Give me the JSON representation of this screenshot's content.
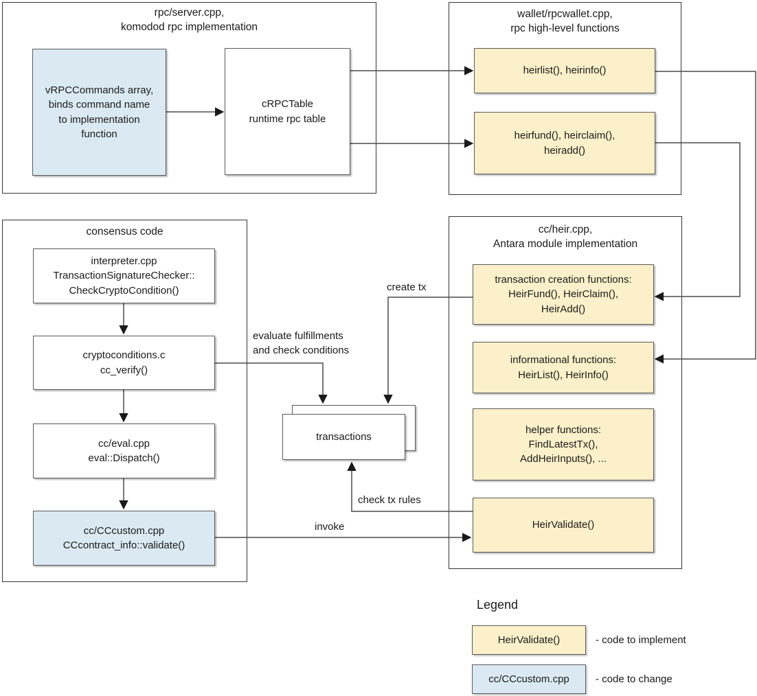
{
  "colors": {
    "implement_fill": "#fbf0c9",
    "change_fill": "#dbeaf2",
    "plain_fill": "#ffffff"
  },
  "groups": {
    "rpc_server": {
      "title": "rpc/server.cpp,\nkomodod rpc implementation"
    },
    "wallet": {
      "title": "wallet/rpcwallet.cpp,\nrpc high-level functions"
    },
    "consensus": {
      "title": "consensus code"
    },
    "heir": {
      "title": "cc/heir.cpp,\nAntara module implementation"
    }
  },
  "nodes": {
    "vrpccommands": {
      "text": "vRPCCommands array,\nbinds command name\nto implementation\nfunction"
    },
    "crpctable": {
      "text": "cRPCTable\nruntime rpc table"
    },
    "heirlist_rpc": {
      "text": "heirlist(), heirinfo()"
    },
    "heirfund_rpc": {
      "text": "heirfund(), heirclaim(),\nheiradd()"
    },
    "interpreter": {
      "text": "interpreter.cpp\nTransactionSignatureChecker::\nCheckCryptoCondition()"
    },
    "cryptoconditions": {
      "text": "cryptoconditions.c\ncc_verify()"
    },
    "cceval": {
      "text": "cc/eval.cpp\neval::Dispatch()"
    },
    "cccustom": {
      "text": "cc/CCcustom.cpp\nCCcontract_info::validate()"
    },
    "tx_creation": {
      "text": "transaction creation functions:\nHeirFund(), HeirClaim(),\nHeirAdd()"
    },
    "informational": {
      "text": "informational functions:\nHeirList(), HeirInfo()"
    },
    "helper": {
      "text": "helper functions:\nFindLatestTx(),\nAddHeirInputs(), ..."
    },
    "heirvalidate": {
      "text": "HeirValidate()"
    },
    "transactions": {
      "text": "transactions"
    }
  },
  "edge_labels": {
    "create_tx": "create tx",
    "evaluate": "evaluate fulfillments\nand check conditions",
    "check_tx_rules": "check tx rules",
    "invoke": "invoke"
  },
  "legend": {
    "title": "Legend",
    "implement_swatch": "HeirValidate()",
    "implement_label": "- code to implement",
    "change_swatch": "cc/CCcustom.cpp",
    "change_label": "- code to change"
  }
}
